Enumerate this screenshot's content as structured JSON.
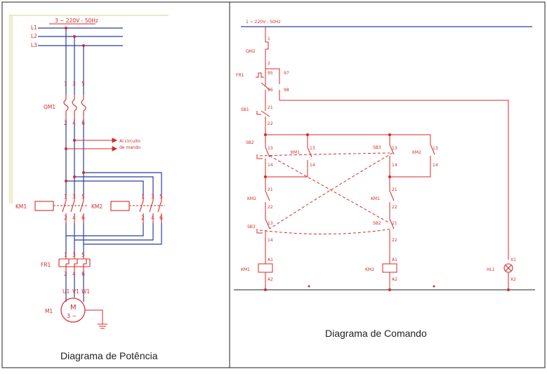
{
  "colors": {
    "red": "#d42a2a",
    "blue": "#2a3f9a",
    "frame": "#222222"
  },
  "power": {
    "caption": "Diagrama de Potência",
    "supply": "3 ~ 220V - 50Hz",
    "lines": [
      "L1",
      "L2",
      "L3"
    ],
    "qm1": "QM1",
    "qm1_top": [
      "1",
      "3",
      "5"
    ],
    "qm1_bot": [
      "2",
      "4",
      "6"
    ],
    "note_line1": "Al circuito",
    "note_line2": "de mando",
    "km1": "KM1",
    "km2": "KM2",
    "km_top": [
      "1",
      "3",
      "5"
    ],
    "km_bot": [
      "2",
      "4",
      "6"
    ],
    "fr1": "FR1",
    "fr_top": [
      "1",
      "3",
      "5"
    ],
    "fr_bot": [
      "2",
      "4",
      "6"
    ],
    "motor_terms": [
      "U1",
      "V1",
      "W1"
    ],
    "motor": "M1",
    "motor_m": "M",
    "motor_phase": "3 ~"
  },
  "command": {
    "caption": "Diagrama de Comando",
    "supply": "1 ~ 220V - 50Hz",
    "qm2": "QM2",
    "n1": "1",
    "n2": "2",
    "fr1": "FR1",
    "n95": "95",
    "n96": "96",
    "n97": "97",
    "n98": "98",
    "sb1": "SB1",
    "n21": "21",
    "n22": "22",
    "sb2": "SB2",
    "sb3": "SB3",
    "km1": "KM1",
    "km2": "KM2",
    "n13": "13",
    "n14": "14",
    "a1": "A1",
    "a2": "A2",
    "hl1": "HL1",
    "x1": "X1",
    "x2": "X2"
  }
}
